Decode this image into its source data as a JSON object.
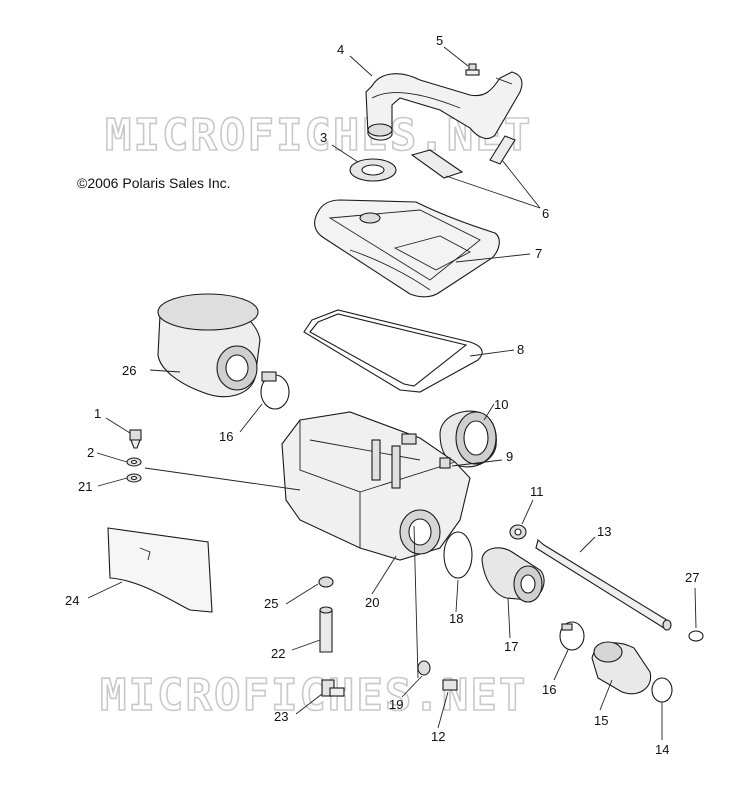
{
  "copyright": "©2006 Polaris Sales Inc.",
  "watermark": "MICROFICHES.NET",
  "callouts": [
    {
      "id": "c4",
      "label": "4"
    },
    {
      "id": "c5",
      "label": "5"
    },
    {
      "id": "c3",
      "label": "3"
    },
    {
      "id": "c6",
      "label": "6"
    },
    {
      "id": "c7",
      "label": "7"
    },
    {
      "id": "c8",
      "label": "8"
    },
    {
      "id": "c26",
      "label": "26"
    },
    {
      "id": "c16a",
      "label": "16"
    },
    {
      "id": "c10",
      "label": "10"
    },
    {
      "id": "c1",
      "label": "1"
    },
    {
      "id": "c2",
      "label": "2"
    },
    {
      "id": "c21",
      "label": "21"
    },
    {
      "id": "c9",
      "label": "9"
    },
    {
      "id": "c11",
      "label": "11"
    },
    {
      "id": "c13",
      "label": "13"
    },
    {
      "id": "c24",
      "label": "24"
    },
    {
      "id": "c25",
      "label": "25"
    },
    {
      "id": "c20",
      "label": "20"
    },
    {
      "id": "c18",
      "label": "18"
    },
    {
      "id": "c17",
      "label": "17"
    },
    {
      "id": "c27",
      "label": "27"
    },
    {
      "id": "c22",
      "label": "22"
    },
    {
      "id": "c16b",
      "label": "16"
    },
    {
      "id": "c15",
      "label": "15"
    },
    {
      "id": "c19",
      "label": "19"
    },
    {
      "id": "c23",
      "label": "23"
    },
    {
      "id": "c12",
      "label": "12"
    },
    {
      "id": "c14",
      "label": "14"
    }
  ]
}
